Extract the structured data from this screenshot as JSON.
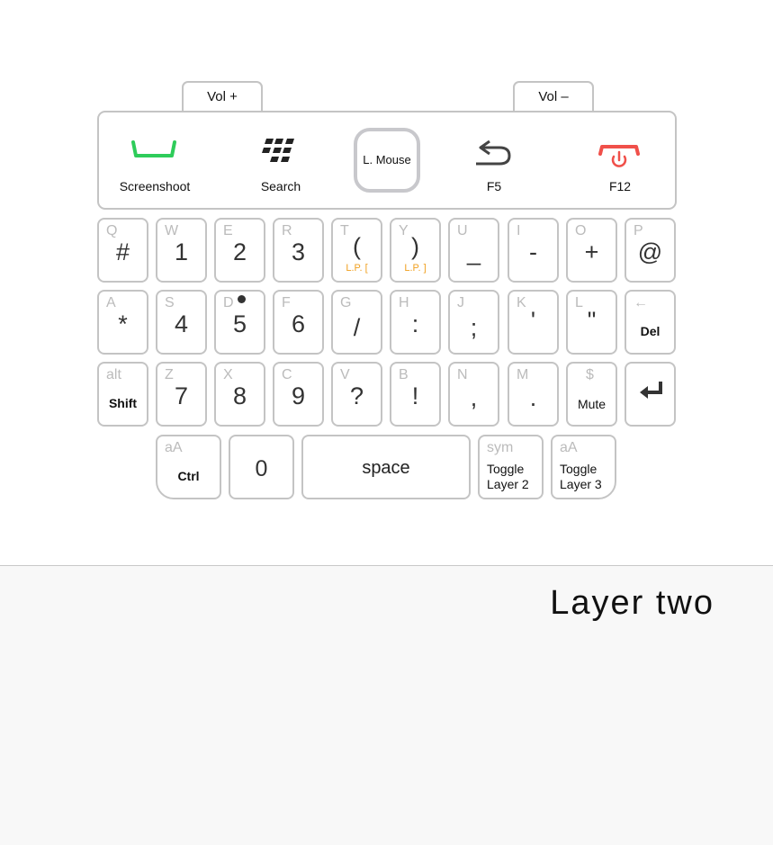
{
  "side_buttons": {
    "vol_up": "Vol +",
    "vol_down": "Vol –"
  },
  "top_row": {
    "screenshot": {
      "label": "Screenshoot",
      "icon": "call-answer-icon",
      "color": "#2ecc5a"
    },
    "search": {
      "label": "Search",
      "icon": "blackberry-logo-icon"
    },
    "trackpad": {
      "label": "L. Mouse"
    },
    "back": {
      "label": "F5",
      "icon": "back-arrow-icon"
    },
    "end_call": {
      "label": "F12",
      "icon": "end-call-power-icon",
      "color": "#f0504a"
    }
  },
  "keys": {
    "row1": [
      {
        "sec": "Q",
        "main": "#"
      },
      {
        "sec": "W",
        "main": "1"
      },
      {
        "sec": "E",
        "main": "2"
      },
      {
        "sec": "R",
        "main": "3"
      },
      {
        "sec": "T",
        "main": "(",
        "sub": "L.P. ["
      },
      {
        "sec": "Y",
        "main": ")",
        "sub": "L.P. ]"
      },
      {
        "sec": "U",
        "main": "_"
      },
      {
        "sec": "I",
        "main": "-"
      },
      {
        "sec": "O",
        "main": "+"
      },
      {
        "sec": "P",
        "main": "@"
      }
    ],
    "row2": [
      {
        "sec": "A",
        "main": "*"
      },
      {
        "sec": "S",
        "main": "4"
      },
      {
        "sec": "D",
        "main": "5"
      },
      {
        "sec": "F",
        "main": "6"
      },
      {
        "sec": "G",
        "main": "/"
      },
      {
        "sec": "H",
        "main": ":"
      },
      {
        "sec": "J",
        "main": ";"
      },
      {
        "sec": "K",
        "main": "'"
      },
      {
        "sec": "L",
        "main": "\""
      },
      {
        "sec": "←",
        "bold": "Del"
      }
    ],
    "row3": [
      {
        "sec": "alt",
        "bold": "Shift"
      },
      {
        "sec": "Z",
        "main": "7"
      },
      {
        "sec": "X",
        "main": "8"
      },
      {
        "sec": "C",
        "main": "9"
      },
      {
        "sec": "V",
        "main": "?"
      },
      {
        "sec": "B",
        "main": "!"
      },
      {
        "sec": "N",
        "main": ","
      },
      {
        "sec": "M",
        "main": "."
      },
      {
        "sec": "$",
        "mute": "Mute"
      },
      {
        "icon": "enter-icon"
      }
    ],
    "row4": {
      "ctrl": {
        "sec": "aA",
        "bold": "Ctrl"
      },
      "zero": {
        "main": "0"
      },
      "space": {
        "main": "space"
      },
      "toggle2": {
        "sec": "sym",
        "line1": "Toggle",
        "line2": "Layer 2"
      },
      "toggle3": {
        "sec": "aA",
        "line1": "Toggle",
        "line2": "Layer 3"
      }
    }
  },
  "layer_title": "Layer two"
}
